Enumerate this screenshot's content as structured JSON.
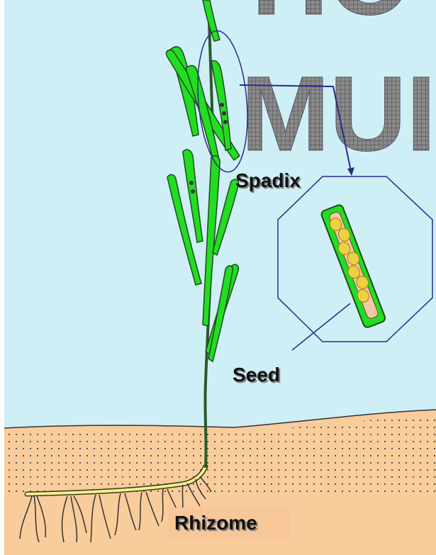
{
  "title_fragments": {
    "line1": "HO",
    "line2": "MUI"
  },
  "labels": {
    "spadix": "Spadix",
    "seed": "Seed",
    "rhizome": "Rhizome"
  },
  "colors": {
    "water": "#cfeff6",
    "sediment": "#f9cc9c",
    "leaf": "#22dd22",
    "leaf_outline": "#2a5a2a",
    "callout_line": "#2a2a8a",
    "seed": "#f0d040"
  }
}
